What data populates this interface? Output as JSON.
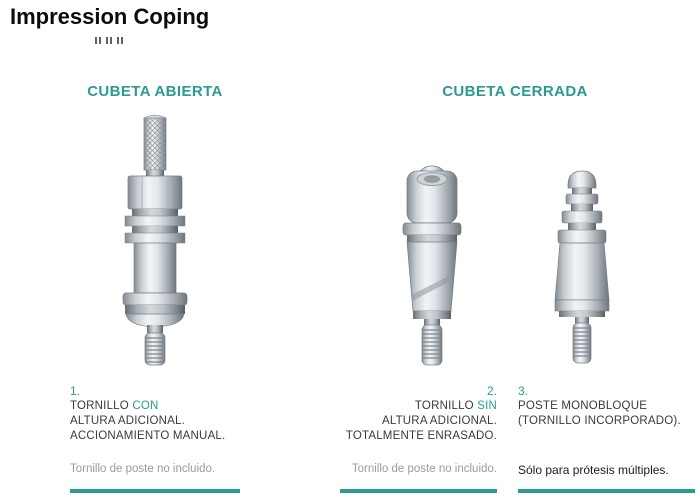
{
  "accent_color": "#2a9a92",
  "header": {
    "title": "Impression Coping"
  },
  "columns": [
    {
      "heading": "CUBETA ABIERTA"
    },
    {
      "heading": "CUBETA CERRADA"
    }
  ],
  "items": [
    {
      "number": "1.",
      "line1_plain": "TORNILLO ",
      "line1_accent": "CON",
      "line2": "ALTURA ADICIONAL.",
      "line3": "ACCIONAMIENTO MANUAL.",
      "note": "Tornillo de poste no incluido."
    },
    {
      "number": "2.",
      "line1_plain": "TORNILLO ",
      "line1_accent": "SIN",
      "line2": "ALTURA ADICIONAL.",
      "line3": "TOTALMENTE ENRASADO.",
      "note": "Tornillo de poste no incluido."
    },
    {
      "number": "3.",
      "line1": "POSTE MONOBLOQUE",
      "line2": "(TORNILLO INCORPORADO).",
      "note": "Sólo para prótesis múltiples."
    }
  ]
}
